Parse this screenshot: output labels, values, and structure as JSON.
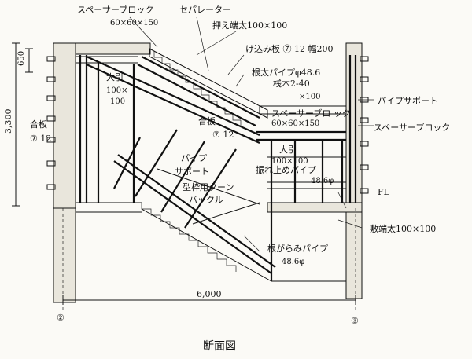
{
  "title": "断面図",
  "labels": {
    "spacer_block": "スペーサーブロック",
    "spacer_block_size": "60×60×150",
    "separator": "セパレーター",
    "edge_holder": "押え端太100×100",
    "kekomi": "け込み板 ⑦ 12 幅200",
    "neta_pipe": "根太パイプφ48.6",
    "batten": "桟木2-40",
    "batten_size": "×100",
    "spacer_block_2": "スペーサーブロ ック",
    "spacer_block_2_size": "60×60×150",
    "ohbiki_left": "大引",
    "ohbiki_left_size1": "100×",
    "ohbiki_left_size2": "100",
    "goban_left": "合板",
    "goban_left_size": "⑦ 12",
    "goban_center": "合板",
    "goban_center_size": "⑦ 12",
    "pipe_support_right": "パイプサポート",
    "spacer_block_right": "スペーサーブロック",
    "pipe_support_center1": "パイプ",
    "pipe_support_center2": "サポート",
    "turnbuckle1": "型枠用ターン",
    "turnbuckle2": "バックル",
    "ohbiki_center": "大引",
    "ohbiki_center_size": "100×100",
    "sway_brace": "振れ止めパイプ",
    "sway_brace_size": "48.6φ",
    "fl": "FL",
    "shikibata": "敷端太100×100",
    "negarami": "根がらみパイプ",
    "negarami_size": "48.6φ"
  },
  "dimensions": {
    "height_total": "3,300",
    "height_top": "650",
    "width_total": "6,000"
  },
  "grid_marks": {
    "left": "②",
    "right": "③"
  }
}
